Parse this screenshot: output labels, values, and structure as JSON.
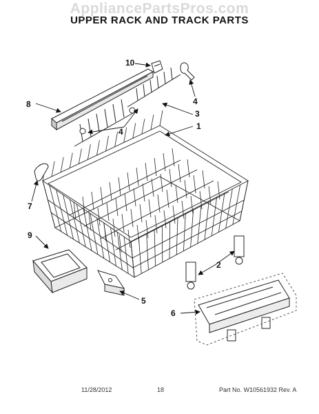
{
  "watermark": "AppliancePartsPros.com",
  "title": "UPPER RACK AND TRACK PARTS",
  "callouts": [
    "10",
    "8",
    "4",
    "3",
    "4",
    "1",
    "7",
    "9",
    "2",
    "5",
    "6"
  ],
  "footer": {
    "date": "11/28/2012",
    "page": "18",
    "part_rev": "Part No. W10561932  Rev. A"
  }
}
